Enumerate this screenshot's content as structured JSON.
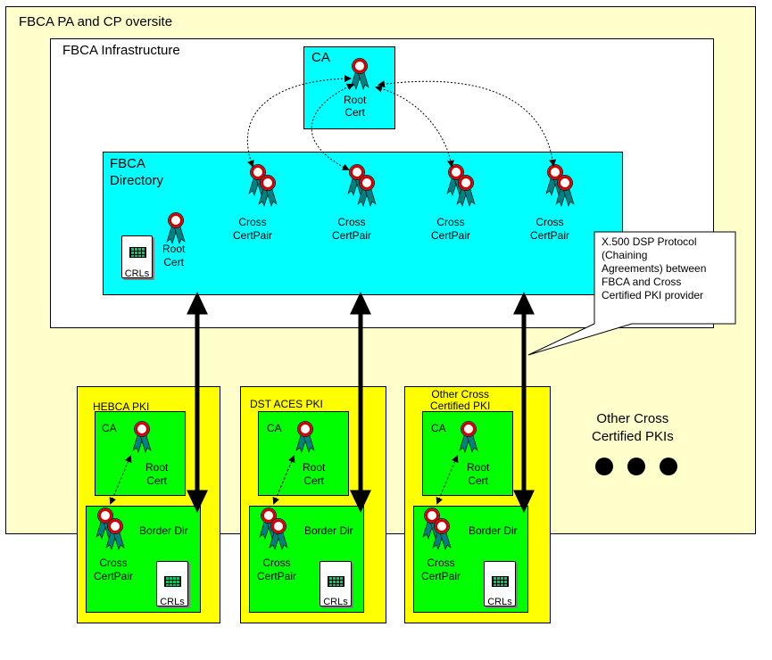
{
  "outer": {
    "title": "FBCA PA and CP oversite"
  },
  "infra": {
    "title": "FBCA Infrastructure"
  },
  "top_ca": {
    "title": "CA",
    "cert_label": "Root\nCert"
  },
  "directory": {
    "title": "FBCA\nDirectory",
    "root_cert_label": "Root\nCert",
    "crl_label": "CRLs",
    "cross_pair_label": "Cross\nCertPair"
  },
  "callout": {
    "text": "X.500 DSP Protocol\n(Chaining\nAgreements) between\nFBCA and Cross\nCertified PKI provider"
  },
  "pkis": [
    {
      "title": "HEBCA PKI",
      "ca_label": "CA",
      "root_cert_label": "Root\nCert",
      "border_label": "Border Dir",
      "cross_pair_label": "Cross\nCertPair",
      "crl_label": "CRLs"
    },
    {
      "title": "DST ACES PKI",
      "ca_label": "CA",
      "root_cert_label": "Root\nCert",
      "border_label": "Border Dir",
      "cross_pair_label": "Cross\nCertPair",
      "crl_label": "CRLs"
    },
    {
      "title": "Other Cross\nCertified PKI",
      "ca_label": "CA",
      "root_cert_label": "Root\nCert",
      "border_label": "Border Dir",
      "cross_pair_label": "Cross\nCertPair",
      "crl_label": "CRLs"
    }
  ],
  "others": {
    "label": "Other Cross\nCertified PKIs",
    "dots": 3
  },
  "colors": {
    "outer_bg": "#ffffcc",
    "infra_bg": "#ffffff",
    "directory_bg": "#00ffff",
    "pki_bg": "#ffff00",
    "inner_bg": "#00ff00",
    "ribbon": "#008080",
    "seal_ring": "#cc0000"
  }
}
